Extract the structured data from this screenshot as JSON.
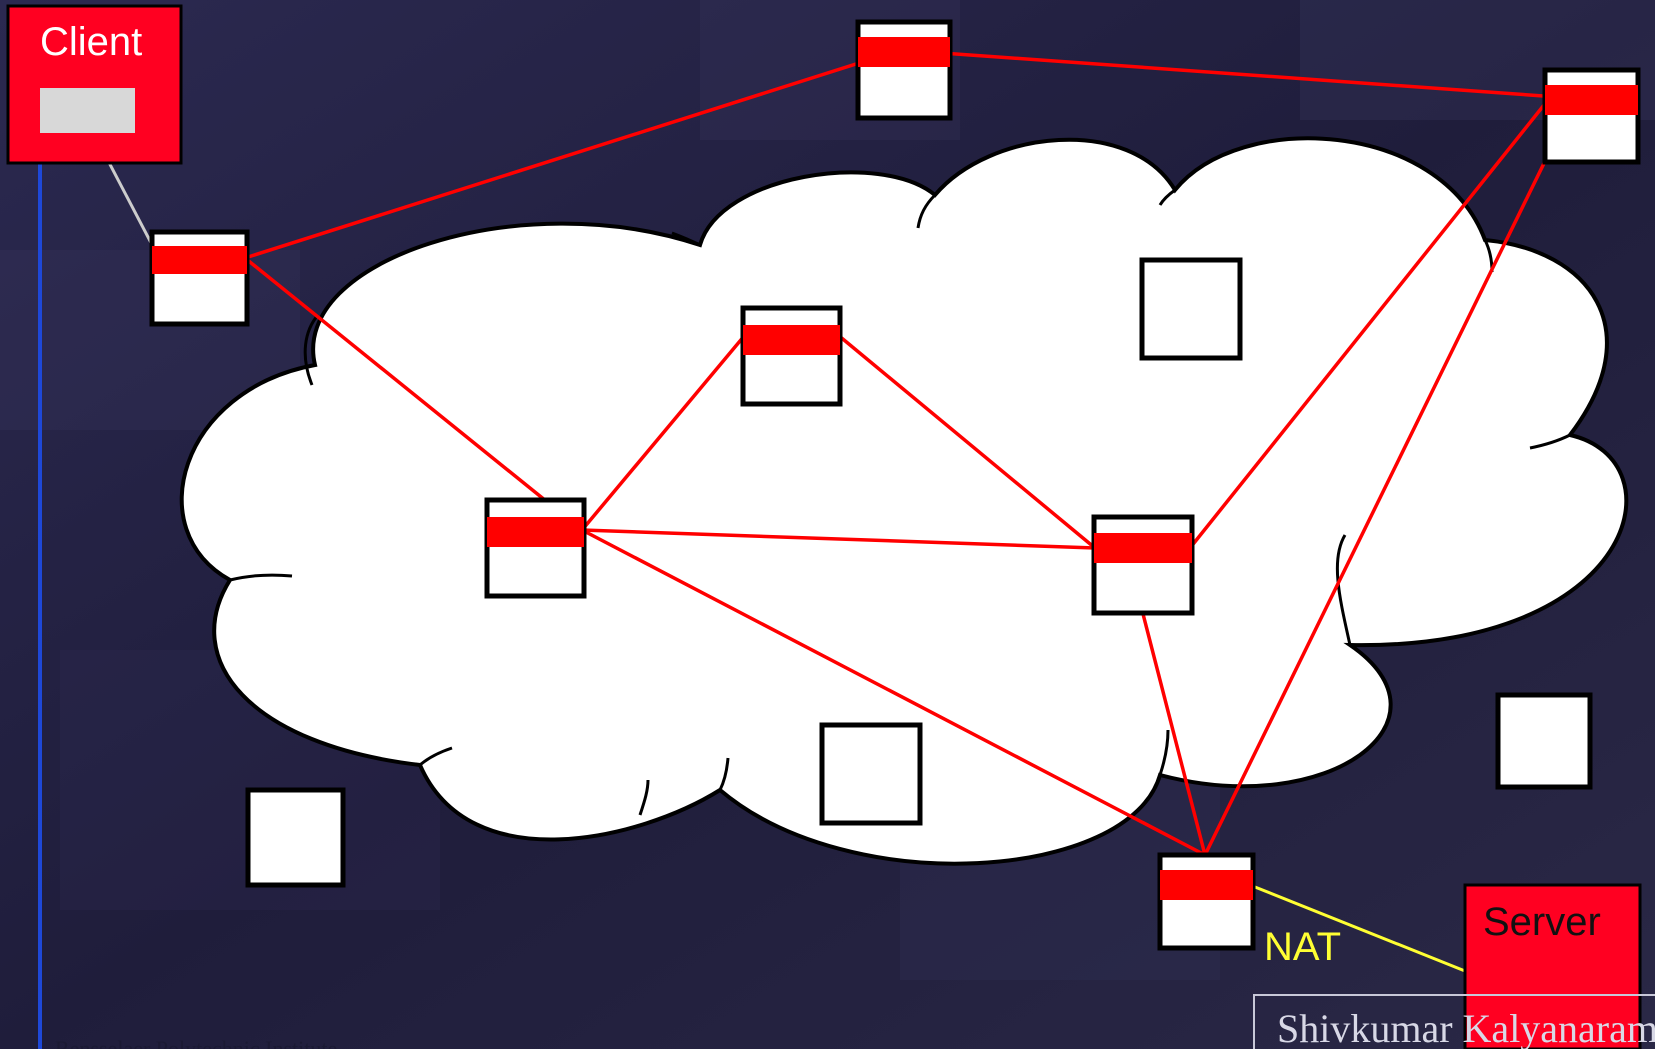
{
  "labels": {
    "client": "Client",
    "server": "Server",
    "nat": "NAT"
  },
  "footer": {
    "left": "Rensselaer Polytechnic Institute",
    "right": "Shivkumar Kalyanaraman"
  },
  "colors": {
    "background": "#232040",
    "cloud_fill": "#ffffff",
    "node_red": "#ff0000",
    "path_red": "#ff0000",
    "client_link": "#cccccc",
    "nat_link": "#ffff33",
    "nat_text": "#ffff33",
    "blue_rule": "#1e48d8"
  },
  "icons": {
    "router_node": "stacked-router-box",
    "plain_node": "plain-box-node",
    "host_node": "red-host-box"
  }
}
